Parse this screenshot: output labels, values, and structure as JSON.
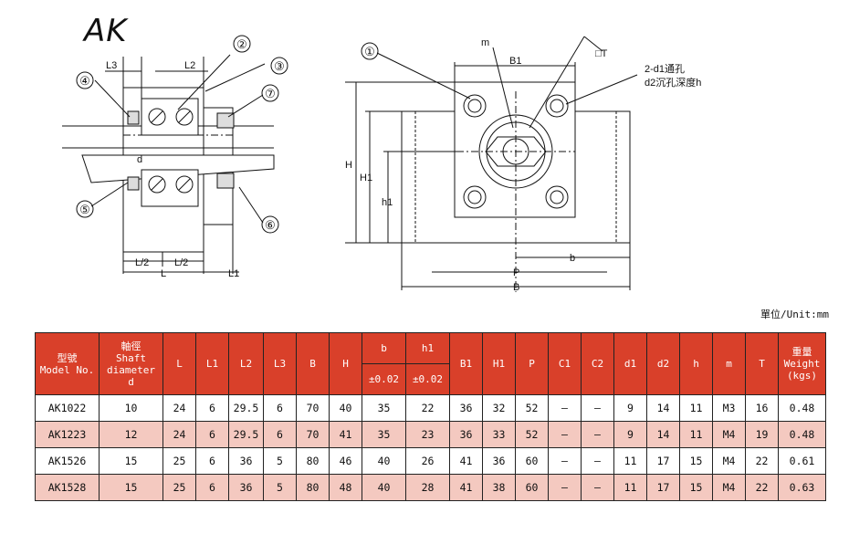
{
  "title": "AK",
  "drawing_labels": {
    "c1": "①",
    "c2": "②",
    "c3": "③",
    "c4": "④",
    "c5": "⑤",
    "c6": "⑥",
    "c7": "⑦",
    "L3": "L3",
    "L2": "L2",
    "L_half": "L/2",
    "L": "L",
    "L1": "L1",
    "d": "d",
    "m": "m",
    "B1": "B1",
    "T": "□T",
    "hole1": "2-d1通孔",
    "hole2": "d2沉孔深度h",
    "H": "H",
    "H1": "H1",
    "h1": "h1",
    "b": "b",
    "P": "P",
    "B": "B"
  },
  "unit": "單位/Unit:mm",
  "headers": {
    "model": "型號",
    "model_en": "Model No.",
    "shaft": "軸徑",
    "shaft_en1": "Shaft",
    "shaft_en2": "diameter",
    "shaft_en3": "d",
    "L": "L",
    "L1": "L1",
    "L2": "L2",
    "L3": "L3",
    "B": "B",
    "H": "H",
    "b": "b",
    "h1": "h1",
    "tol_b": "±0.02",
    "tol_h1": "±0.02",
    "B1": "B1",
    "H1": "H1",
    "P": "P",
    "C1": "C1",
    "C2": "C2",
    "d1": "d1",
    "d2": "d2",
    "h": "h",
    "m": "m",
    "T": "T",
    "weight": "重量",
    "weight_en1": "Weight",
    "weight_en2": "(kgs)"
  },
  "rows": [
    [
      "AK1022",
      "10",
      "24",
      "6",
      "29.5",
      "6",
      "70",
      "40",
      "35",
      "22",
      "36",
      "32",
      "52",
      "–",
      "–",
      "9",
      "14",
      "11",
      "M3",
      "16",
      "0.48"
    ],
    [
      "AK1223",
      "12",
      "24",
      "6",
      "29.5",
      "6",
      "70",
      "41",
      "35",
      "23",
      "36",
      "33",
      "52",
      "–",
      "–",
      "9",
      "14",
      "11",
      "M4",
      "19",
      "0.48"
    ],
    [
      "AK1526",
      "15",
      "25",
      "6",
      "36",
      "5",
      "80",
      "46",
      "40",
      "26",
      "41",
      "36",
      "60",
      "–",
      "–",
      "11",
      "17",
      "15",
      "M4",
      "22",
      "0.61"
    ],
    [
      "AK1528",
      "15",
      "25",
      "6",
      "36",
      "5",
      "80",
      "48",
      "40",
      "28",
      "41",
      "38",
      "60",
      "–",
      "–",
      "11",
      "17",
      "15",
      "M4",
      "22",
      "0.63"
    ]
  ]
}
